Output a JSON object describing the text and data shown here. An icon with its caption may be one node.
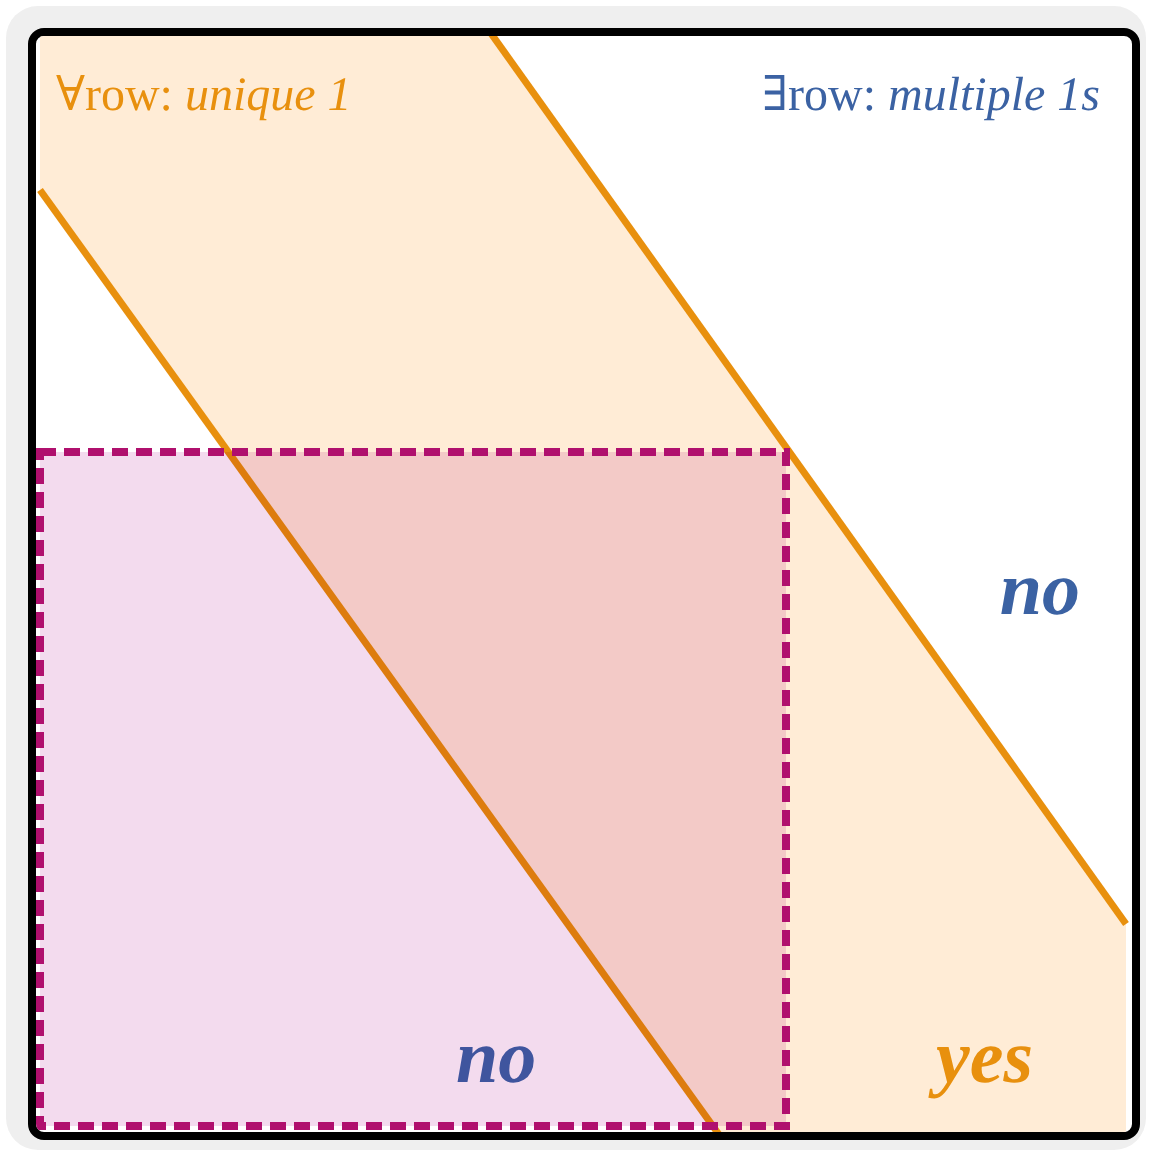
{
  "diagram": {
    "nodes": [
      {
        "text": [
          "∀row: *unique 1*",
          "yes"
        ]
      },
      {
        "text": [
          "no"
        ]
      }
    ],
    "labels": [
      "∃row: *multiple 1s*",
      "no"
    ]
  }
}
